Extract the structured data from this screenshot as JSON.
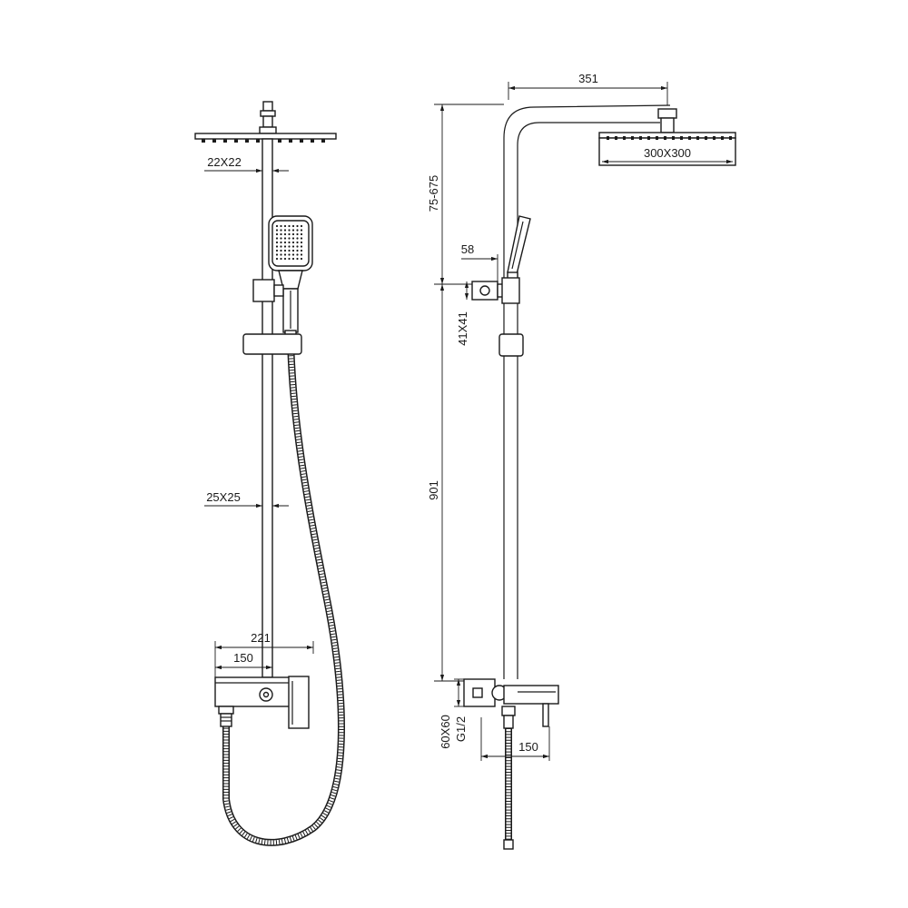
{
  "front_view": {
    "dim_arm": "22X22",
    "dim_pipe": "25X25",
    "dim_total_width": "221",
    "dim_mixer_width": "150"
  },
  "side_view": {
    "dim_arm_reach": "351",
    "dim_head_size": "300X300",
    "dim_height_adjust": "75-675",
    "dim_bracket_offset": "58",
    "dim_bracket_size": "41X41",
    "dim_pipe_height": "901",
    "dim_mixer_size": "60X60",
    "dim_thread": "G1/2",
    "dim_mixer_width": "150"
  },
  "colors": {
    "line": "#1a1a1a",
    "background": "#ffffff"
  }
}
